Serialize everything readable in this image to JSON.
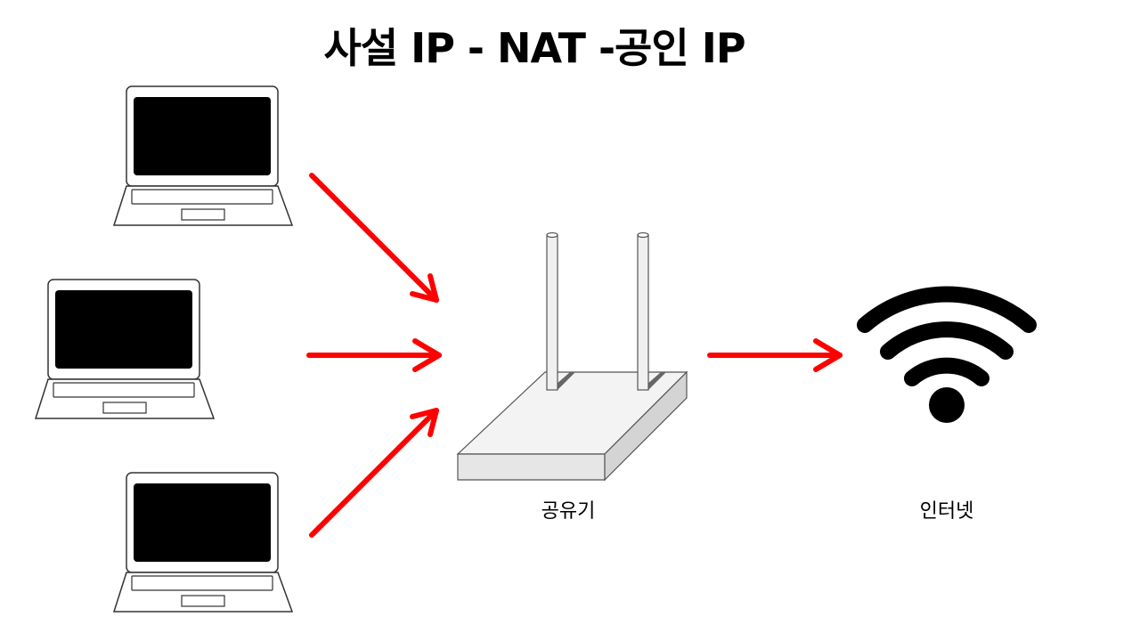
{
  "title": "사설 IP - NAT -공인 IP",
  "nodes": {
    "clients": [
      {
        "icon": "laptop-icon"
      },
      {
        "icon": "laptop-icon"
      },
      {
        "icon": "laptop-icon"
      }
    ],
    "router": {
      "label": "공유기",
      "icon": "router-icon"
    },
    "internet": {
      "label": "인터넷",
      "icon": "wifi-icon"
    }
  },
  "colors": {
    "arrow": "#ff0000",
    "screen": "#000000",
    "outline": "#333333",
    "router_body": "#eeeeee"
  }
}
